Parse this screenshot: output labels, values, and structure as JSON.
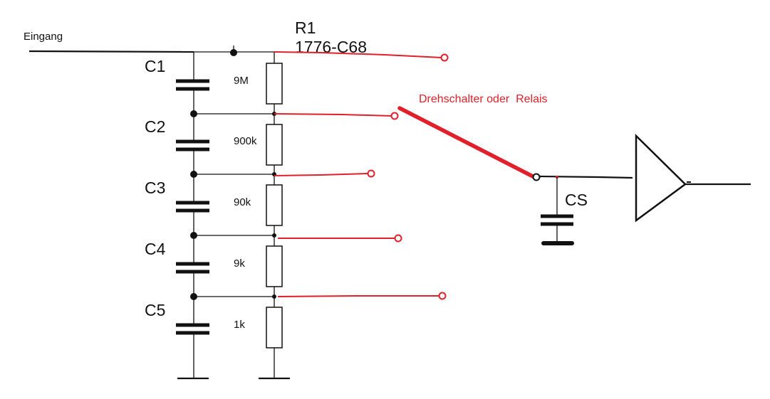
{
  "diagram": {
    "input_label": "Eingang",
    "resistor_ref": "R1",
    "resistor_part": "1776-C68",
    "switch_label": "Drehschalter oder  Relais",
    "hold_capacitor_label": "CS",
    "capacitors": [
      "C1",
      "C2",
      "C3",
      "C4",
      "C5"
    ],
    "resistors": [
      "9M",
      "900k",
      "90k",
      "9k",
      "1k"
    ],
    "colors": {
      "wire": "#111111",
      "switch": "#e0202a",
      "background": "#ffffff"
    }
  }
}
